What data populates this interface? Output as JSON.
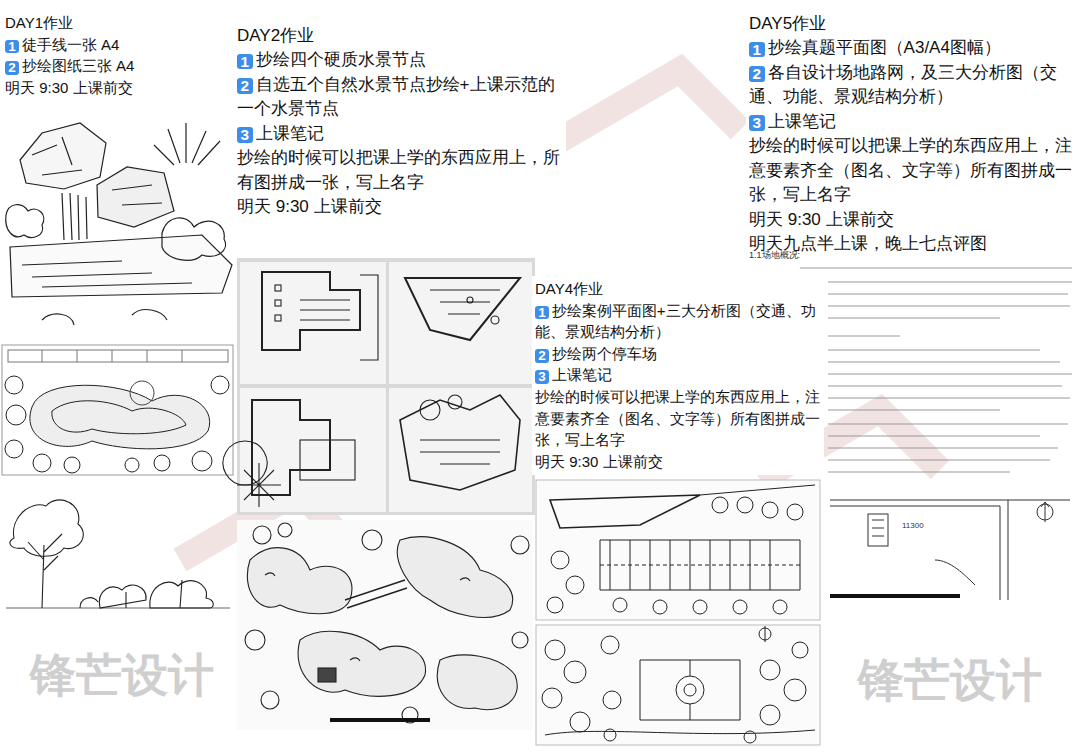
{
  "diagram": {
    "nodes": [
      {
        "text": [
          "DAY1作业",
          "1",
          "徒手线一张 A4",
          "2",
          "抄绘图纸三张 A4",
          "明天 9:30 上课前交"
        ]
      },
      {
        "text": [
          "DAY2作业",
          "1",
          "抄绘四个硬质水景节点",
          "2",
          "自选五个自然水景节点抄绘+上课示范的一个水景节点",
          "3",
          "上课笔记",
          "抄绘的时候可以把课上学的东西应用上，所有图拼成一张，写上名字",
          "明天 9:30 上课前交"
        ]
      },
      {
        "text": [
          "DAY4作业",
          "1",
          "抄绘案例平面图+三大分析图（交通、功能、景观结构分析）",
          "2",
          "抄绘两个停车场",
          "3",
          "上课笔记",
          "抄绘的时候可以把课上学的东西应用上，注意要素齐全（图名、文字等）所有图拼成一张，写上名字",
          "明天 9:30 上课前交"
        ]
      },
      {
        "text": [
          "DAY5作业",
          "1",
          "抄绘真题平面图（A3/A4图幅）",
          "2",
          "各自设计场地路网，及三大分析图（交通、功能、景观结构分析）",
          "3",
          "上课笔记",
          "抄绘的时候可以把课上学的东西应用上，注意要素齐全（图名、文字等）所有图拼成一张，写上名字",
          "明天 9:30 上课前交",
          "明天九点半上课，晚上七点评图"
        ]
      }
    ],
    "labels": [
      "锋芒设计",
      "锋芒设计",
      "1.1场地概况:",
      "11300"
    ]
  }
}
